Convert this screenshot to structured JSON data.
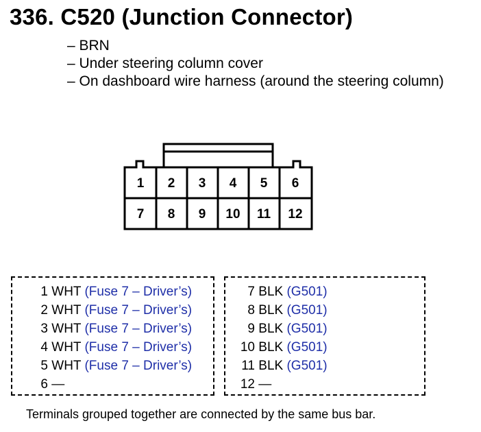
{
  "header": {
    "title": "336. C520 (Junction Connector)"
  },
  "notes": [
    "– BRN",
    "– Under steering column cover",
    "– On dashboard wire harness (around the steering column)"
  ],
  "connector": {
    "top_row": [
      "1",
      "2",
      "3",
      "4",
      "5",
      "6"
    ],
    "bottom_row": [
      "7",
      "8",
      "9",
      "10",
      "11",
      "12"
    ]
  },
  "groups": [
    {
      "terminals": [
        {
          "num": "1",
          "wire": "WHT",
          "ref": "(Fuse 7 – Driver’s)"
        },
        {
          "num": "2",
          "wire": "WHT",
          "ref": "(Fuse 7 – Driver’s)"
        },
        {
          "num": "3",
          "wire": "WHT",
          "ref": "(Fuse 7 – Driver’s)"
        },
        {
          "num": "4",
          "wire": "WHT",
          "ref": "(Fuse 7 – Driver’s)"
        },
        {
          "num": "5",
          "wire": "WHT",
          "ref": "(Fuse 7 – Driver’s)"
        },
        {
          "num": "6",
          "wire": "—",
          "ref": ""
        }
      ]
    },
    {
      "terminals": [
        {
          "num": "7",
          "wire": "BLK",
          "ref": "(G501)"
        },
        {
          "num": "8",
          "wire": "BLK",
          "ref": "(G501)"
        },
        {
          "num": "9",
          "wire": "BLK",
          "ref": "(G501)"
        },
        {
          "num": "10",
          "wire": "BLK",
          "ref": "(G501)"
        },
        {
          "num": "11",
          "wire": "BLK",
          "ref": "(G501)"
        },
        {
          "num": "12",
          "wire": "—",
          "ref": ""
        }
      ]
    }
  ],
  "footer": {
    "text": "Terminals grouped together are connected by the same bus bar."
  },
  "colors": {
    "reference_text": "#1f2fa8",
    "line": "#000000"
  }
}
